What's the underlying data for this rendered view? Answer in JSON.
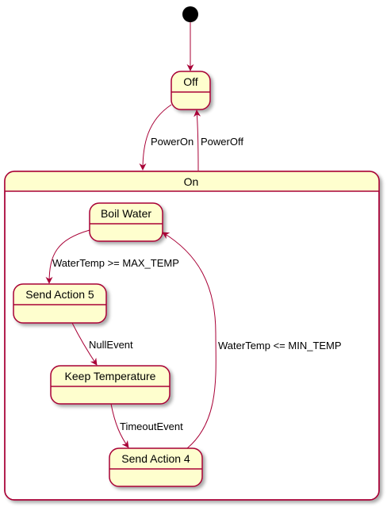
{
  "colors": {
    "state_fill": "#FEFECE",
    "state_border": "#A80036",
    "edge": "#A80036",
    "initial_dot": "#000000",
    "shadow": "#C8C8C8"
  },
  "states": {
    "off": "Off",
    "on": "On",
    "boil_water": "Boil Water",
    "send_action_5": "Send Action 5",
    "keep_temperature": "Keep Temperature",
    "send_action_4": "Send Action 4"
  },
  "transitions": {
    "power_on": "PowerOn",
    "power_off": "PowerOff",
    "max_temp": "WaterTemp >= MAX_TEMP",
    "null_event": "NullEvent",
    "timeout_event": "TimeoutEvent",
    "min_temp": "WaterTemp <= MIN_TEMP"
  }
}
